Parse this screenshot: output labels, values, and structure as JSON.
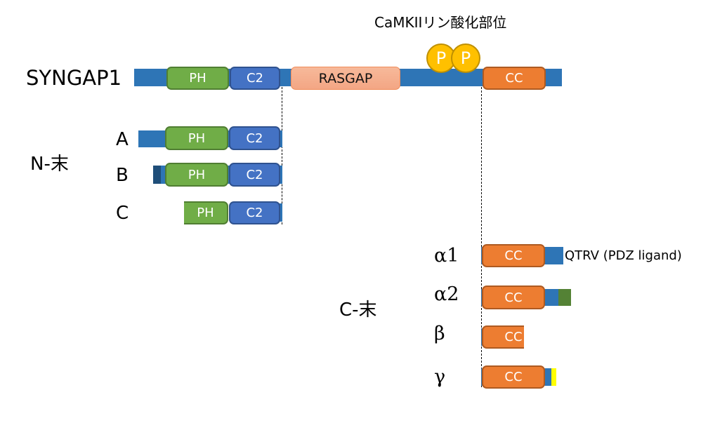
{
  "title": "CaMKIIリン酸化部位",
  "protein": {
    "name": "SYNGAP1",
    "domains": [
      "PH",
      "C2",
      "RASGAP",
      "CC"
    ],
    "phospho_sites": [
      "P",
      "P"
    ]
  },
  "n_term": {
    "group_label": "N-末",
    "isoforms": [
      {
        "label": "A",
        "domains": [
          "PH",
          "C2"
        ]
      },
      {
        "label": "B",
        "domains": [
          "PH",
          "C2"
        ]
      },
      {
        "label": "C",
        "domains": [
          "PH",
          "C2"
        ]
      }
    ]
  },
  "c_term": {
    "group_label": "C-末",
    "isoforms": [
      {
        "label": "α1",
        "domain": "CC",
        "note": "QTRV (PDZ ligand)"
      },
      {
        "label": "α2",
        "domain": "CC"
      },
      {
        "label": "β",
        "domain": "CC"
      },
      {
        "label": "γ",
        "domain": "CC"
      }
    ]
  },
  "colors": {
    "backbone": "#2e75b6",
    "ph": "#70ad47",
    "c2": "#4472c4",
    "cc": "#ed7d31",
    "rasgap": "#f4b183",
    "phospho": "#ffc000",
    "b_extension": "#1f4e79",
    "a2_tail": "#548235",
    "gamma_tail": "#ffff00"
  }
}
